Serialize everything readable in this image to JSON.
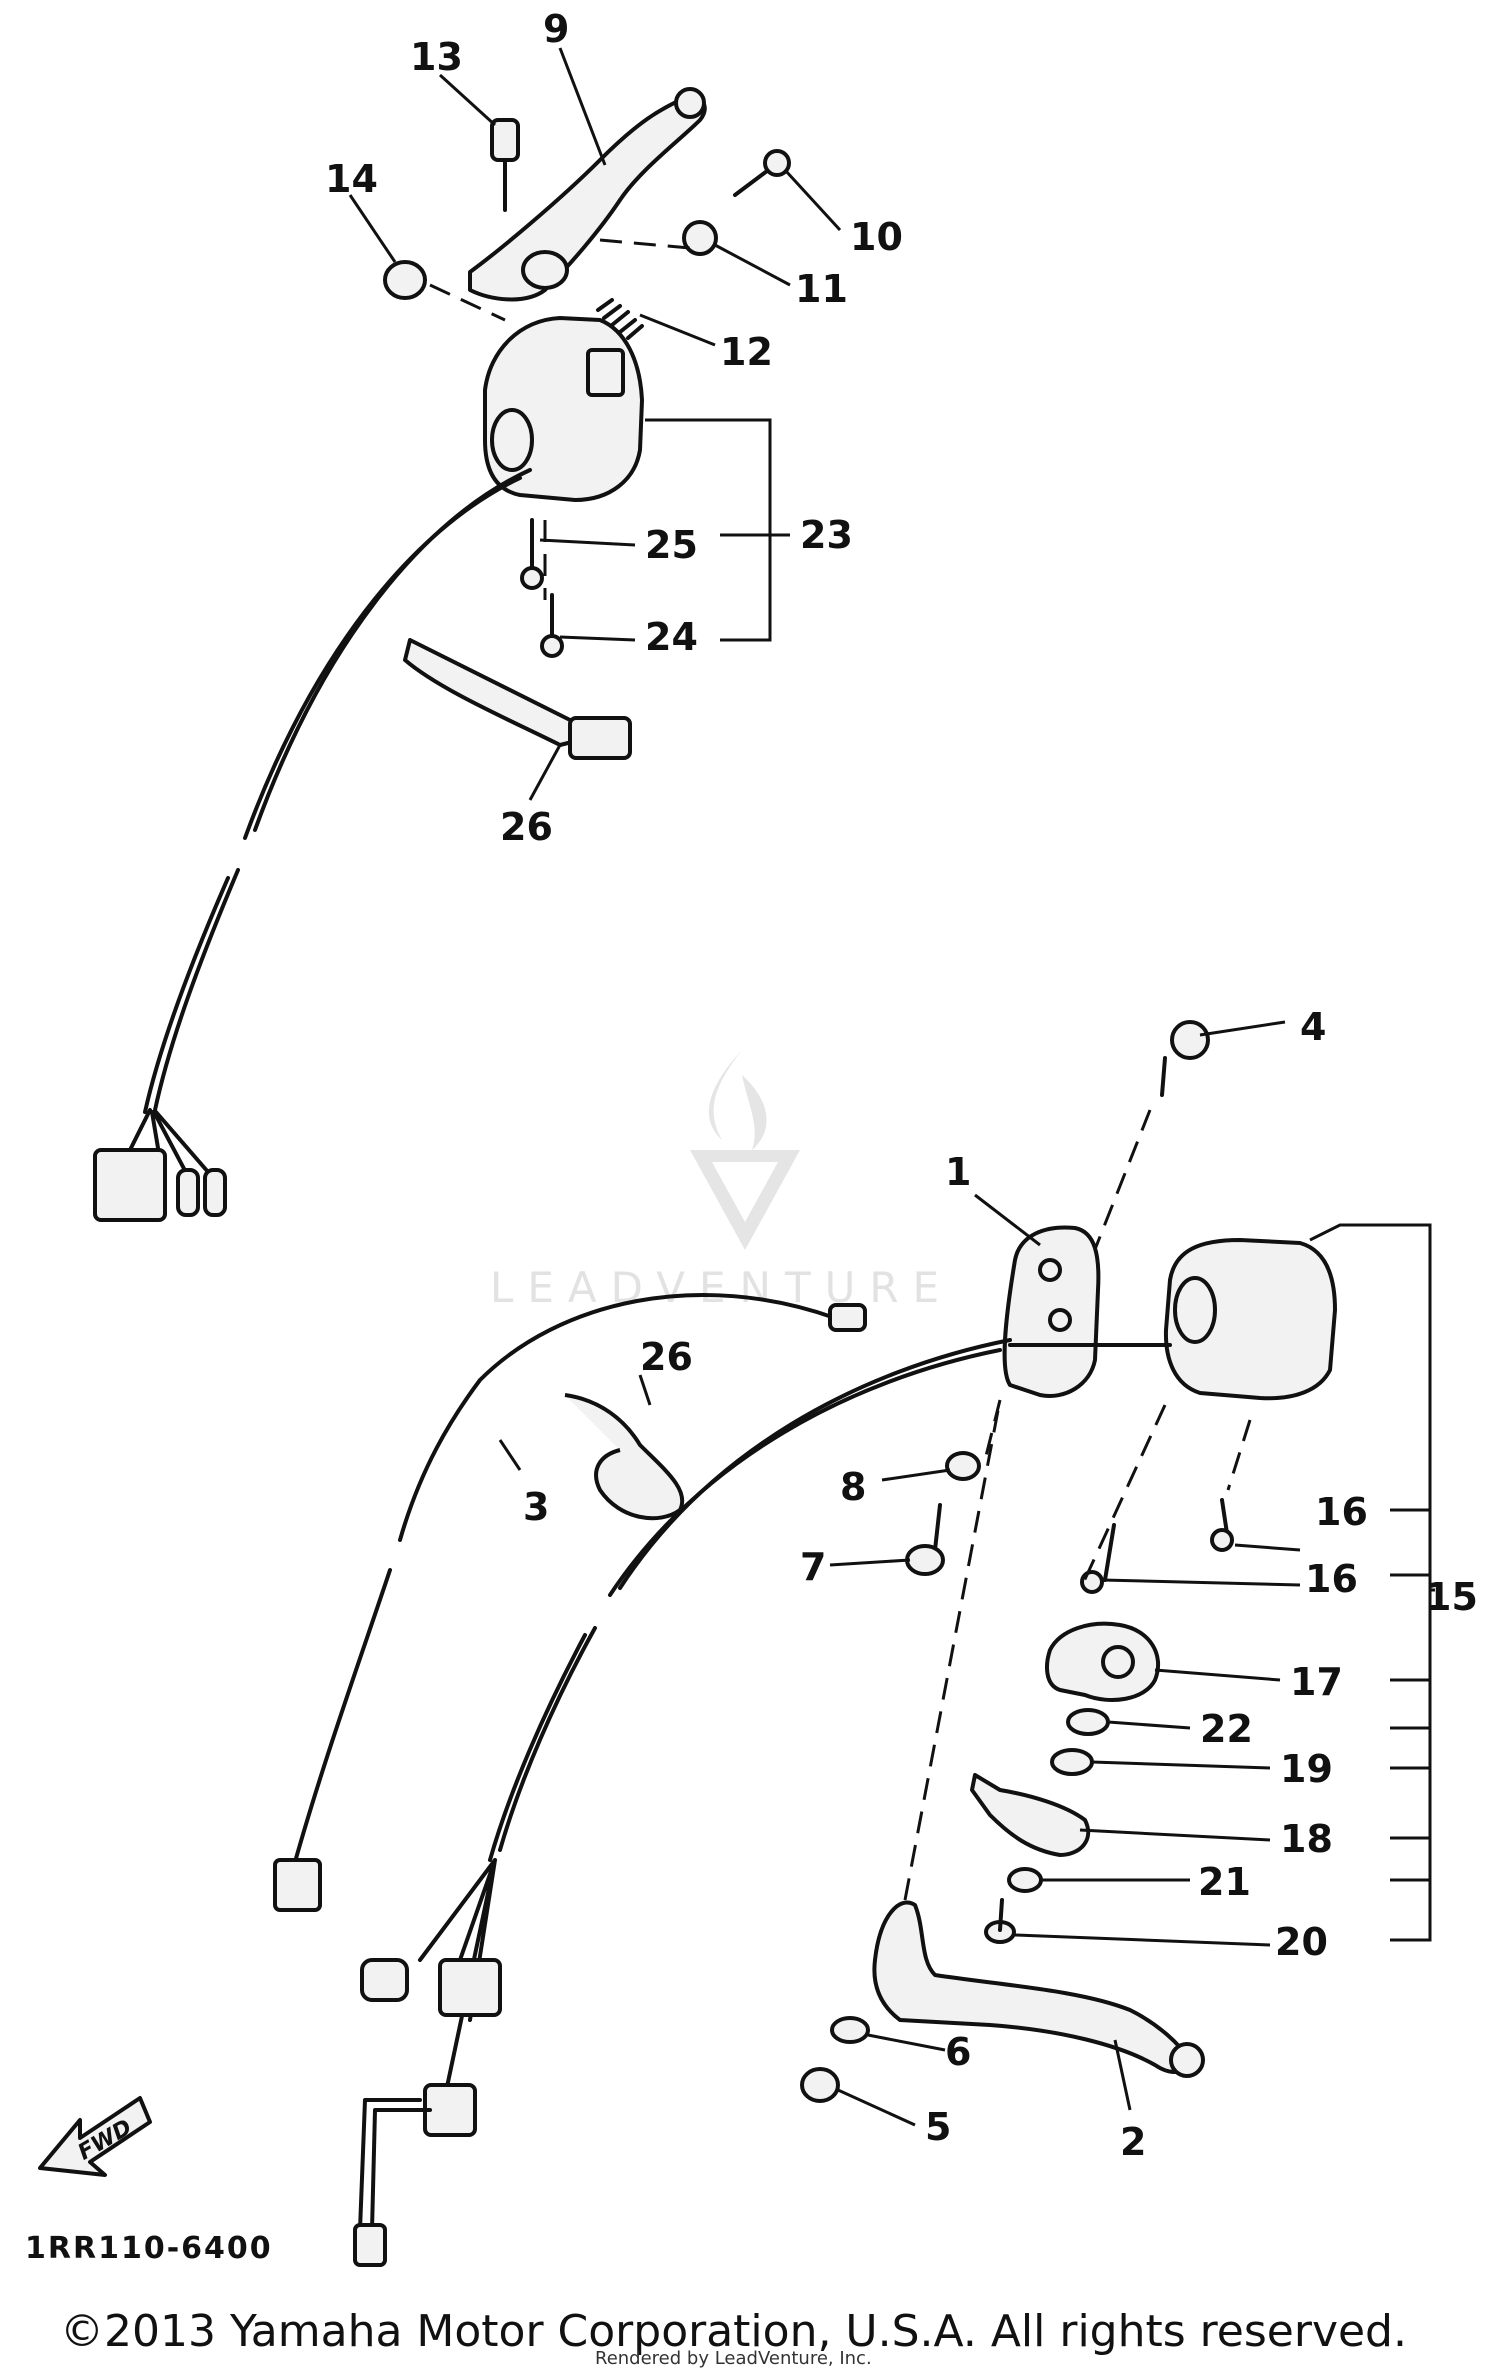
{
  "diagram": {
    "callouts": {
      "c1": "1",
      "c2": "2",
      "c3": "3",
      "c4": "4",
      "c5": "5",
      "c6": "6",
      "c7": "7",
      "c8": "8",
      "c9": "9",
      "c10": "10",
      "c11": "11",
      "c12": "12",
      "c13": "13",
      "c14": "14",
      "c15": "15",
      "c16a": "16",
      "c16b": "16",
      "c17": "17",
      "c18": "18",
      "c19": "19",
      "c20": "20",
      "c21": "21",
      "c22": "22",
      "c23": "23",
      "c24": "24",
      "c25": "25",
      "c26a": "26",
      "c26b": "26"
    },
    "fwd_label": "FWD",
    "diagram_code": "1RR110-6400"
  },
  "watermark": {
    "text": "LEADVENTURE"
  },
  "footer": {
    "copyright": "©2013 Yamaha Motor Corporation, U.S.A. All rights reserved.",
    "rendered_by": "Rendered by LeadVenture, Inc."
  }
}
